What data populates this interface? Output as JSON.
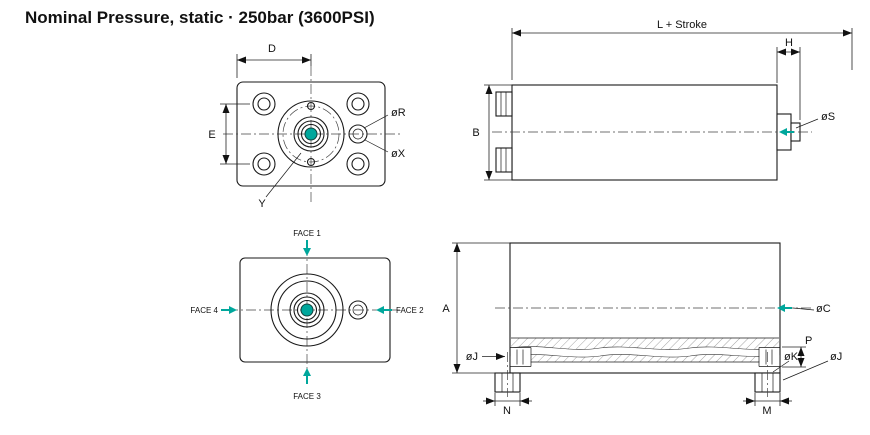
{
  "title": "Nominal Pressure, static · 250bar (3600PSI)",
  "colors": {
    "teal": "#00A79C",
    "orange": "#D8943C",
    "ink": "#1A1A1A"
  },
  "labels": {
    "front": {
      "d": "D",
      "e": "E",
      "r": "øR",
      "x": "øX",
      "y": "Y"
    },
    "side": {
      "l": "L + Stroke",
      "h": "H",
      "b": "B",
      "s": "øS"
    },
    "faces": {
      "f1": "FACE 1",
      "f2": "FACE 2",
      "f3": "FACE 3",
      "f4": "FACE 4"
    },
    "section": {
      "a": "A",
      "c": "øC",
      "p": "P",
      "jl": "øJ",
      "jr": "øJ",
      "k": "øK",
      "n": "N",
      "m": "M"
    }
  }
}
